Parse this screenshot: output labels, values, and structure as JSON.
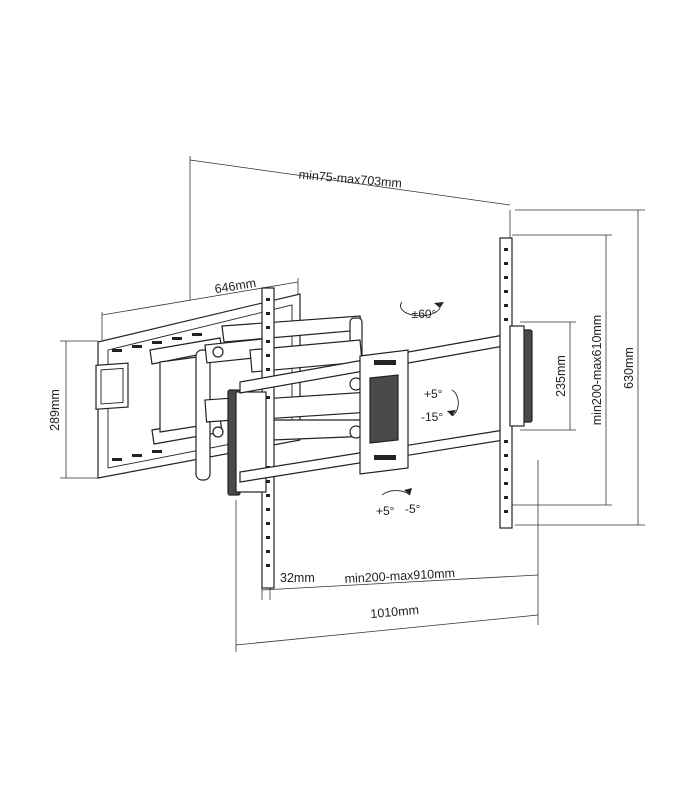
{
  "dimensions": {
    "extension": "min75-max703mm",
    "wall_plate_width": "646mm",
    "wall_plate_height": "289mm",
    "vesa_horizontal": "min200-max910mm",
    "bracket_spacing": "32mm",
    "overall_width": "1010mm",
    "vesa_vertical_inner": "235mm",
    "vesa_vertical": "min200-max610mm",
    "overall_height": "630mm"
  },
  "rotation": {
    "swivel": "±60°",
    "tilt_up": "+5°",
    "tilt_down": "-15°",
    "level_plus": "+5°",
    "level_minus": "-5°"
  },
  "colors": {
    "line": "#222222",
    "dimension": "#333333",
    "background": "#ffffff"
  }
}
